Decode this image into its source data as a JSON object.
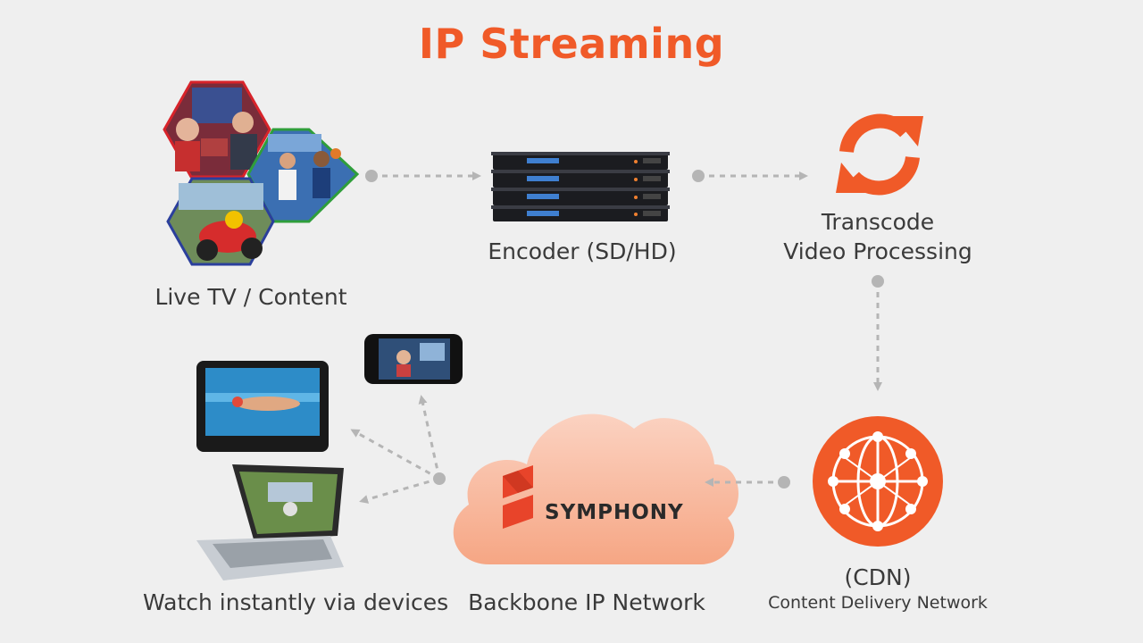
{
  "title": "IP Streaming",
  "nodes": {
    "live_tv": {
      "label": "Live TV / Content"
    },
    "encoder": {
      "label": "Encoder (SD/HD)"
    },
    "transcode": {
      "line1": "Transcode",
      "line2": "Video Processing"
    },
    "cdn": {
      "line1": "(CDN)",
      "line2": "Content Delivery Network"
    },
    "backbone": {
      "label": "Backbone IP Network",
      "brand": "SYMPHONY"
    },
    "devices": {
      "label": "Watch instantly via devices"
    }
  },
  "colors": {
    "accent": "#f05a28",
    "cloud": "#f7b296",
    "arrow": "#b5b5b5",
    "hex_red": "#d8232a",
    "hex_green": "#2f9e3b",
    "hex_blue": "#2b3f9c"
  }
}
